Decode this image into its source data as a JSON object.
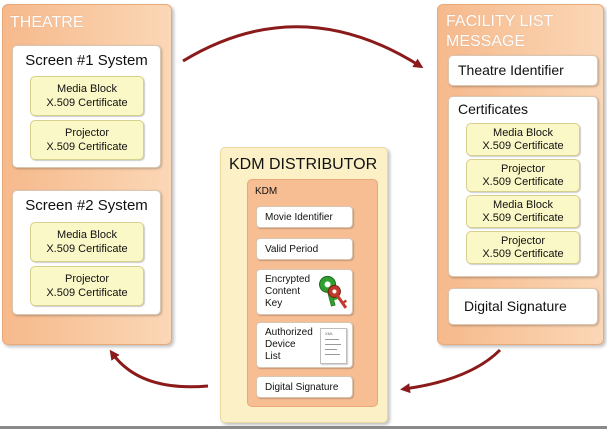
{
  "theatre": {
    "title": "THEATRE",
    "screen1": {
      "title": "Screen #1 System",
      "certs": [
        {
          "line1": "Media Block",
          "line2": "X.509 Certificate"
        },
        {
          "line1": "Projector",
          "line2": "X.509 Certificate"
        }
      ]
    },
    "screen2": {
      "title": "Screen #2 System",
      "certs": [
        {
          "line1": "Media Block",
          "line2": "X.509 Certificate"
        },
        {
          "line1": "Projector",
          "line2": "X.509 Certificate"
        }
      ]
    }
  },
  "kdm_distributor": {
    "title": "KDM DISTRIBUTOR",
    "kdm": {
      "label": "KDM",
      "movie_identifier": "Movie Identifier",
      "valid_period": "Valid Period",
      "encrypted_content_key": [
        "Encrypted",
        "Content",
        "Key"
      ],
      "authorized_device_list": [
        "Authorized",
        "Device",
        "List"
      ],
      "document_icon_text": "XML",
      "digital_signature": "Digital Signature"
    }
  },
  "facility_list": {
    "title_line1": "FACILITY LIST",
    "title_line2": "MESSAGE",
    "theatre_identifier": "Theatre Identifier",
    "certificates": {
      "title": "Certificates",
      "items": [
        {
          "line1": "Media Block",
          "line2": "X.509 Certificate"
        },
        {
          "line1": "Projector",
          "line2": "X.509 Certificate"
        },
        {
          "line1": "Media Block",
          "line2": "X.509 Certificate"
        },
        {
          "line1": "Projector",
          "line2": "X.509 Certificate"
        }
      ]
    },
    "digital_signature": "Digital Signature"
  },
  "colors": {
    "arrow": "#8b1a1a",
    "panel_orange": "#f6b98c",
    "cert_yellow": "#fbf8c8",
    "kdm_background": "#fcf1c6",
    "key_green": "#2fa02f",
    "key_red": "#c0392b"
  }
}
